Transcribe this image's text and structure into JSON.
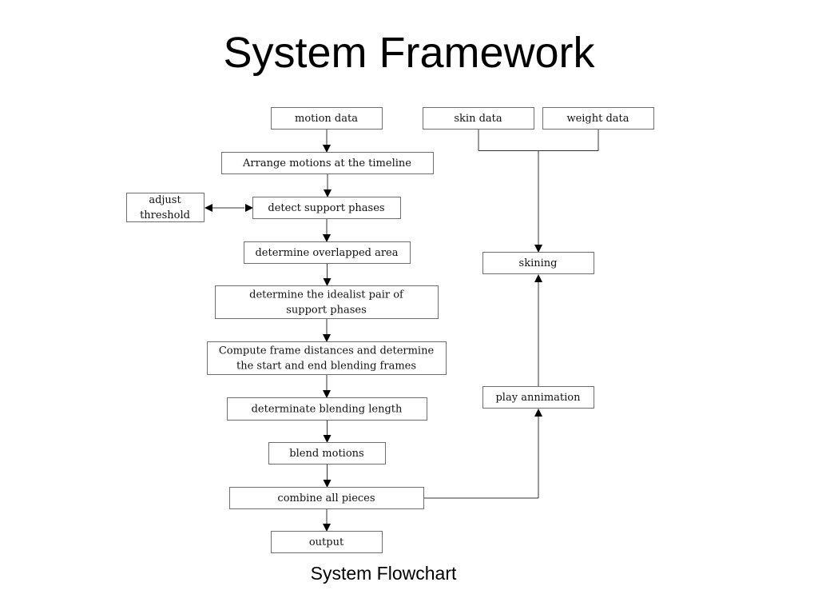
{
  "slide": {
    "title": "System Framework",
    "caption": "System Flowchart"
  },
  "diagram": {
    "nodes": [
      {
        "id": "motion",
        "lines": [
          "motion data"
        ]
      },
      {
        "id": "arrange",
        "lines": [
          "Arrange motions at the timeline"
        ]
      },
      {
        "id": "adjust",
        "lines": [
          "adjust",
          "threshold"
        ]
      },
      {
        "id": "detect",
        "lines": [
          "detect support phases"
        ]
      },
      {
        "id": "overlap",
        "lines": [
          "determine overlapped area"
        ]
      },
      {
        "id": "ideal",
        "lines": [
          "determine the idealist pair of",
          "support phases"
        ]
      },
      {
        "id": "compute",
        "lines": [
          "Compute frame distances and determine",
          "the start and end blending frames"
        ]
      },
      {
        "id": "length",
        "lines": [
          "determinate blending length"
        ]
      },
      {
        "id": "blend",
        "lines": [
          "blend motions"
        ]
      },
      {
        "id": "combine",
        "lines": [
          "combine all pieces"
        ]
      },
      {
        "id": "output",
        "lines": [
          "output"
        ]
      },
      {
        "id": "skin",
        "lines": [
          "skin data"
        ]
      },
      {
        "id": "weight",
        "lines": [
          "weight data"
        ]
      },
      {
        "id": "skining",
        "lines": [
          "skining"
        ]
      },
      {
        "id": "play",
        "lines": [
          "play annimation"
        ]
      }
    ],
    "edges": [
      {
        "from": "motion",
        "to": "arrange"
      },
      {
        "from": "arrange",
        "to": "detect"
      },
      {
        "from": "detect",
        "to": "overlap"
      },
      {
        "from": "overlap",
        "to": "ideal"
      },
      {
        "from": "ideal",
        "to": "compute"
      },
      {
        "from": "compute",
        "to": "length"
      },
      {
        "from": "length",
        "to": "blend"
      },
      {
        "from": "blend",
        "to": "combine"
      },
      {
        "from": "combine",
        "to": "output"
      },
      {
        "from": "adjust",
        "to": "detect",
        "bidirectional": true
      },
      {
        "from": "skin",
        "to": "skining",
        "merge_with": "weight"
      },
      {
        "from": "weight",
        "to": "skining",
        "merge_with": "skin"
      },
      {
        "from": "combine",
        "to": "play"
      },
      {
        "from": "play",
        "to": "skining"
      }
    ]
  }
}
